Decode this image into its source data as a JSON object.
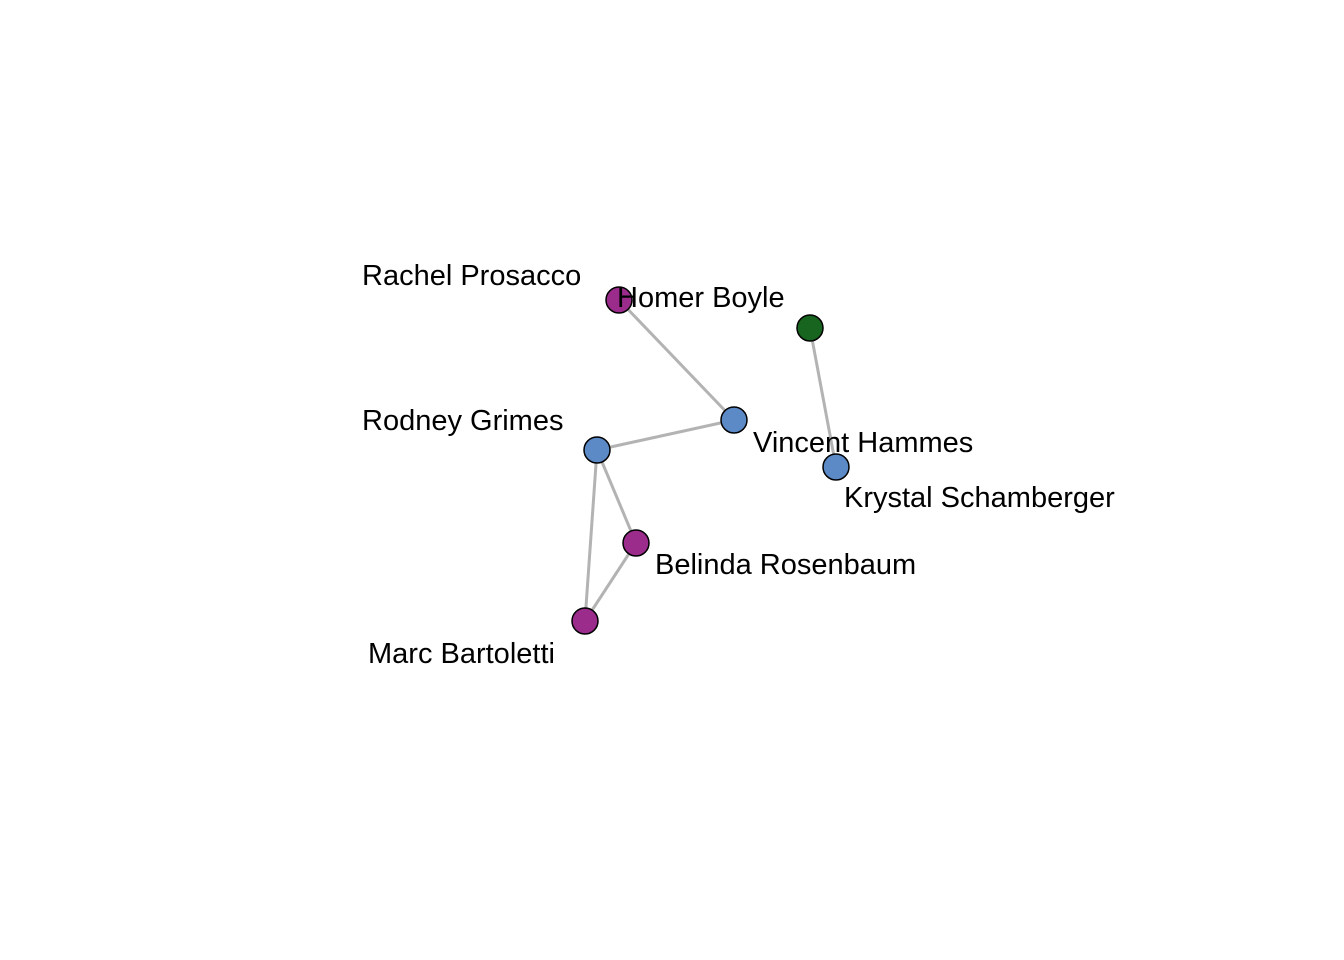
{
  "network": {
    "group_colors": {
      "purple": "#9b2c8c",
      "blue": "#5b8ac6",
      "green": "#17651f"
    },
    "edge_color": "#b3b3b3",
    "nodes": [
      {
        "id": "rachel",
        "label": "Rachel Prosacco",
        "group": "purple"
      },
      {
        "id": "homer",
        "label": "Homer Boyle",
        "group": "green"
      },
      {
        "id": "rodney",
        "label": "Rodney Grimes",
        "group": "blue"
      },
      {
        "id": "vincent",
        "label": "Vincent Hammes",
        "group": "blue"
      },
      {
        "id": "krystal",
        "label": "Krystal Schamberger",
        "group": "blue"
      },
      {
        "id": "belinda",
        "label": "Belinda Rosenbaum",
        "group": "purple"
      },
      {
        "id": "marc",
        "label": "Marc Bartoletti",
        "group": "purple"
      }
    ],
    "edges": [
      {
        "source": "rachel",
        "target": "vincent"
      },
      {
        "source": "rodney",
        "target": "vincent"
      },
      {
        "source": "homer",
        "target": "krystal"
      },
      {
        "source": "rodney",
        "target": "belinda"
      },
      {
        "source": "rodney",
        "target": "marc"
      },
      {
        "source": "belinda",
        "target": "marc"
      }
    ]
  }
}
